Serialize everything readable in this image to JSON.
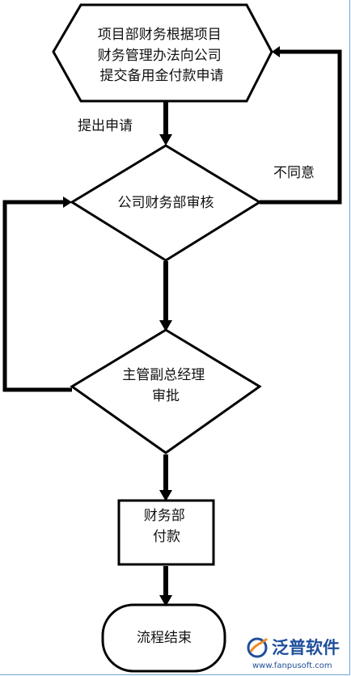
{
  "nodes": {
    "start": {
      "lines": [
        "项目部财务根据项目",
        "财务管理办法向公司",
        "提交备用金付款申请"
      ]
    },
    "review": {
      "lines": [
        "公司财务部审核"
      ]
    },
    "approve": {
      "lines": [
        "主管副总经理",
        "审批"
      ]
    },
    "pay": {
      "lines": [
        "财务部",
        "付款"
      ]
    },
    "end": {
      "lines": [
        "流程结束"
      ]
    }
  },
  "edges": {
    "submit_label": "提出申请",
    "reject_label": "不同意"
  },
  "logo": {
    "name": "泛普软件",
    "url": "www.fanpusoft.com"
  },
  "colors": {
    "stroke": "#000000",
    "logo": "#1f4f9a",
    "frame": "#6fa8d8"
  }
}
